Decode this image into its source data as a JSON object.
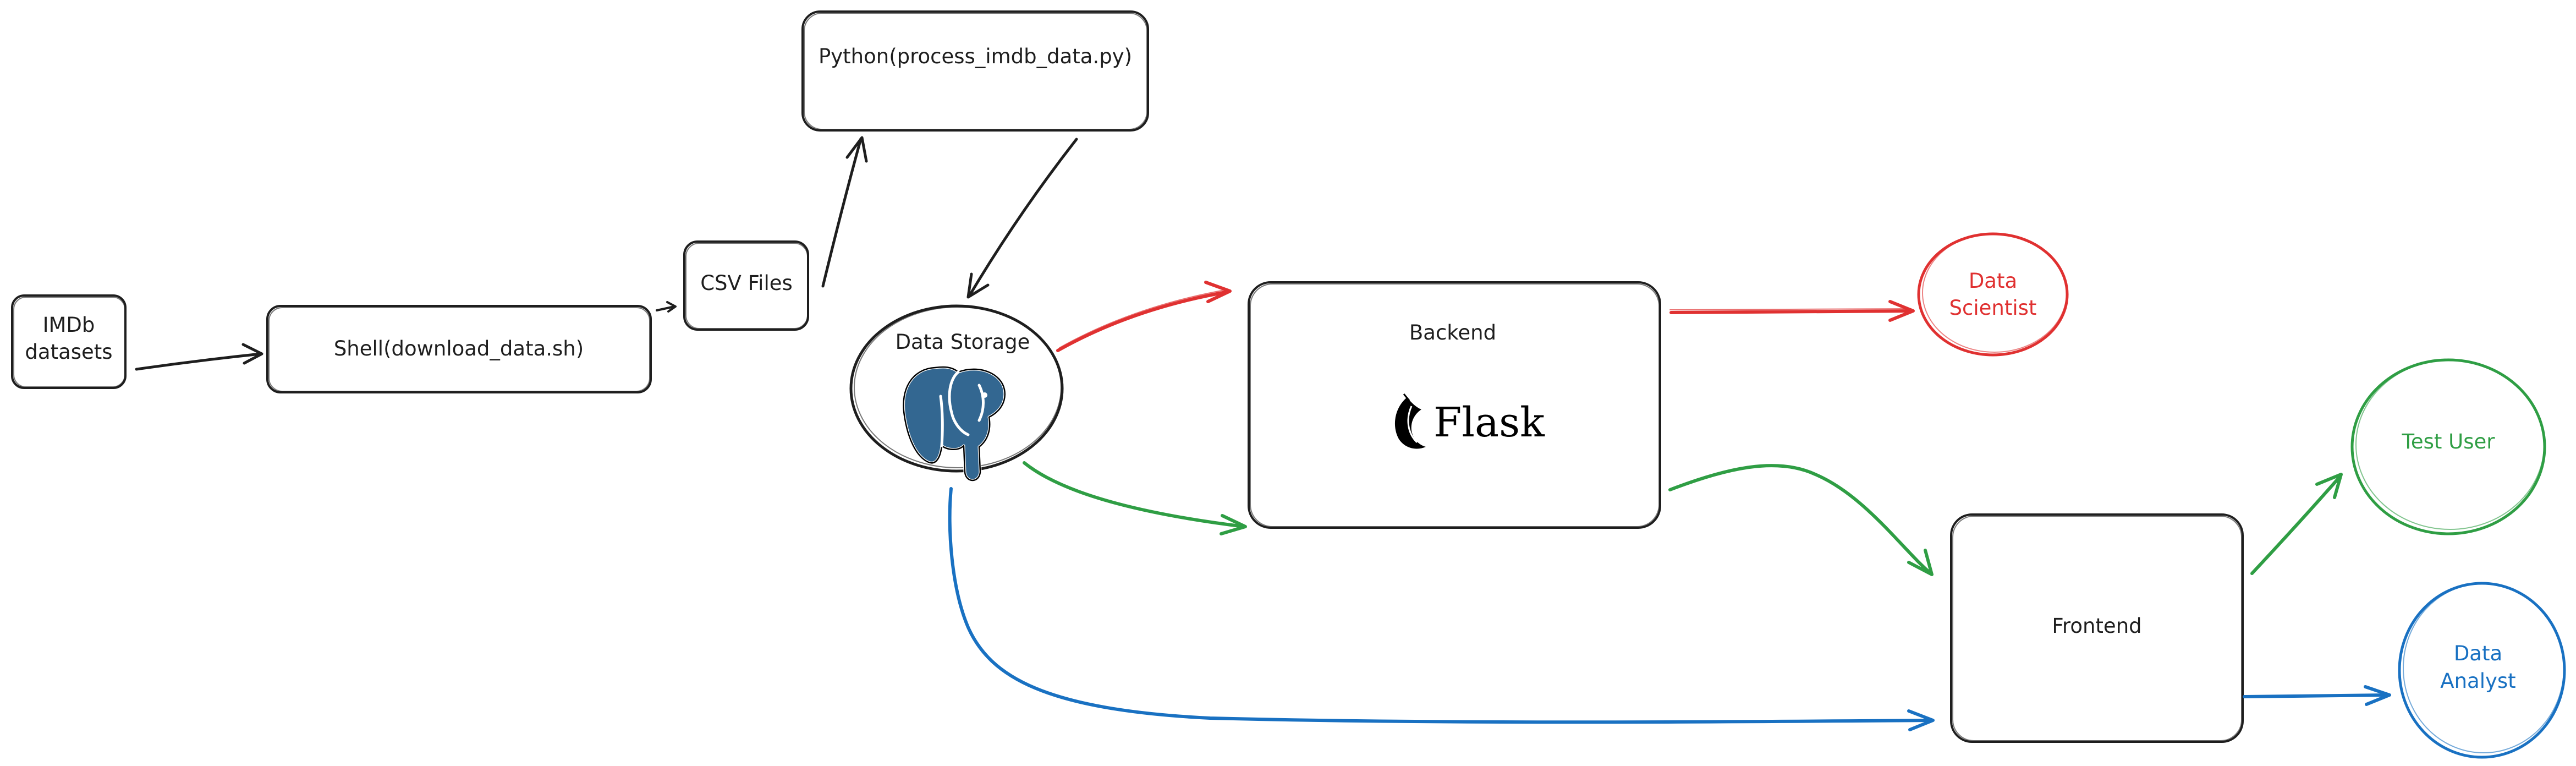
{
  "nodes": {
    "imdb": {
      "line1": "IMDb",
      "line2": "datasets"
    },
    "shell": {
      "label": "Shell(download_data.sh)"
    },
    "csv": {
      "label": "CSV Files"
    },
    "python": {
      "label": "Python(process_imdb_data.py)"
    },
    "storage": {
      "label": "Data Storage",
      "logo_icon": "postgresql-elephant-icon"
    },
    "backend": {
      "label": "Backend",
      "logo_icon": "flask-logo-icon",
      "logo_text": "Flask"
    },
    "frontend": {
      "label": "Frontend"
    },
    "data_scientist": {
      "line1": "Data",
      "line2": "Scientist"
    },
    "test_user": {
      "label": "Test User"
    },
    "data_analyst": {
      "line1": "Data",
      "line2": "Analyst"
    }
  },
  "colors": {
    "ink": "#1e1e1e",
    "red": "#e03131",
    "green": "#2f9e44",
    "blue": "#1971c2",
    "postgres_blue": "#336791"
  }
}
